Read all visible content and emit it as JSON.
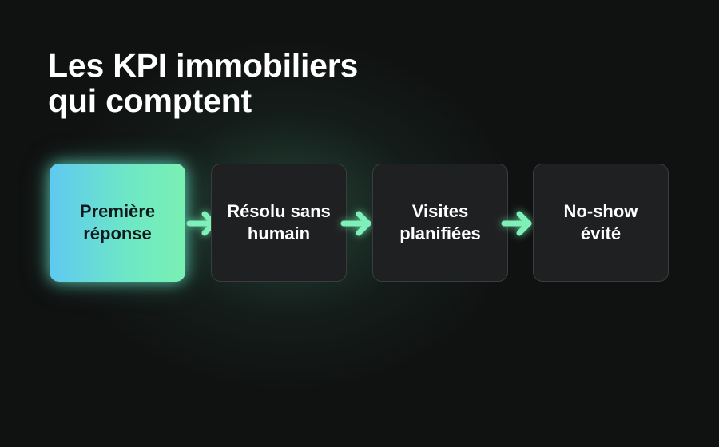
{
  "title": {
    "line1": "Les KPI immobiliers",
    "line2": "qui comptent"
  },
  "steps": [
    {
      "label": "Première réponse",
      "active": true
    },
    {
      "label": "Résolu sans humain",
      "active": false
    },
    {
      "label": "Visites planifiées",
      "active": false
    },
    {
      "label": "No-show évité",
      "active": false
    }
  ],
  "colors": {
    "background": "#101111",
    "active_start": "#5fc9f0",
    "active_end": "#7af0b2",
    "arrow": "#7ff0b8",
    "box_dark": "#1f2021"
  },
  "connector_icon": "arrow-right-icon"
}
